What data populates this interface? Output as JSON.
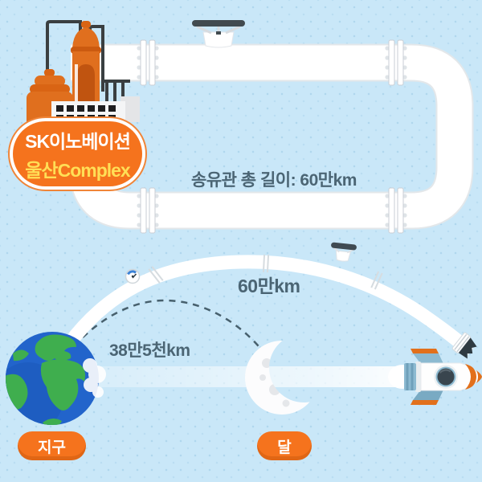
{
  "colors": {
    "background": "#c9e7f8",
    "accent_orange": "#f5731d",
    "badge_yellow": "#ffdf56",
    "text_slate": "#4b6574",
    "pipe_white": "#ffffff",
    "earth_blue": "#2264cb",
    "earth_green": "#3fae4e",
    "rocket_teal": "#8cbad1"
  },
  "badge": {
    "line1": "SK이노베이션",
    "line2": "울산Complex"
  },
  "pipeline": {
    "caption": "송유관 총 길이: 60만km"
  },
  "space": {
    "pipe_length_label": "60만km",
    "earth_moon_distance_label": "38만5천km",
    "earth_label": "지구",
    "moon_label": "달"
  },
  "icons": {
    "refinery": "refinery-illustration",
    "valve": "pipe-valve-icon",
    "gauge": "pressure-gauge-icon",
    "earth": "earth-icon",
    "moon": "crescent-moon-icon",
    "rocket": "rocket-icon"
  }
}
